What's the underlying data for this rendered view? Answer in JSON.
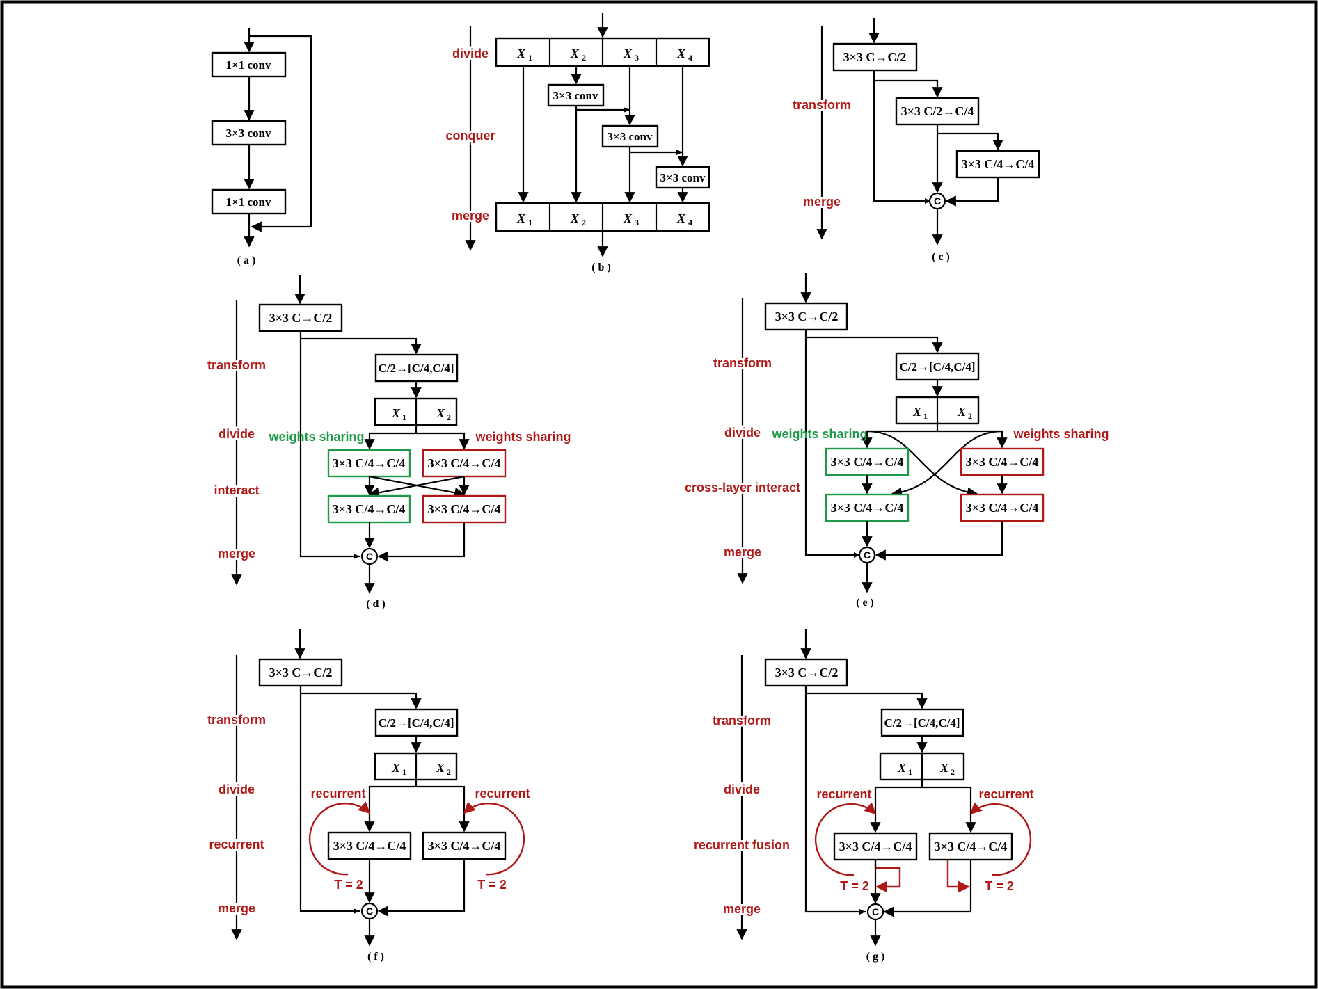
{
  "colors": {
    "red": "#b01818",
    "green": "#1f9a48",
    "black": "#000000"
  },
  "a": {
    "conv1": "1×1 conv",
    "conv2": "3×3 conv",
    "conv3": "1×1 conv",
    "caption": "( a )"
  },
  "b": {
    "divide": "divide",
    "conquer": "conquer",
    "merge": "merge",
    "var": "X",
    "subs": [
      "1",
      "2",
      "3",
      "4"
    ],
    "conv": "3×3 conv",
    "caption": "( b )"
  },
  "c": {
    "box1": "3×3  C→C/2",
    "box2": "3×3 C/2→C/4",
    "box3": "3×3 C/4→C/4",
    "transform": "transform",
    "merge": "merge",
    "concat": "C",
    "caption": "( c )"
  },
  "d": {
    "box1": "3×3  C→C/2",
    "split": "C/2→[C/4,C/4]",
    "var": "X",
    "sub1": "1",
    "sub2": "2",
    "conv": "3×3 C/4→C/4",
    "transform": "transform",
    "divide": "divide",
    "interact": "interact",
    "merge": "merge",
    "ws_left": "weights sharing",
    "ws_right": "weights sharing",
    "concat": "C",
    "caption": "( d )"
  },
  "e": {
    "box1": "3×3  C→C/2",
    "split": "C/2→[C/4,C/4]",
    "var": "X",
    "sub1": "1",
    "sub2": "2",
    "conv": "3×3 C/4→C/4",
    "transform": "transform",
    "divide": "divide",
    "interact": "cross-layer interact",
    "merge": "merge",
    "ws_left": "weights sharing",
    "ws_right": "weights sharing",
    "concat": "C",
    "caption": "( e )"
  },
  "f": {
    "box1": "3×3  C→C/2",
    "split": "C/2→[C/4,C/4]",
    "var": "X",
    "sub1": "1",
    "sub2": "2",
    "conv": "3×3 C/4→C/4",
    "transform": "transform",
    "divide": "divide",
    "recurrent_stage": "recurrent",
    "merge": "merge",
    "rec_left": "recurrent",
    "rec_right": "recurrent",
    "t_left": "T = 2",
    "t_right": "T = 2",
    "concat": "C",
    "caption": "( f )"
  },
  "g": {
    "box1": "3×3  C→C/2",
    "split": "C/2→[C/4,C/4]",
    "var": "X",
    "sub1": "1",
    "sub2": "2",
    "conv": "3×3 C/4→C/4",
    "transform": "transform",
    "divide": "divide",
    "recurrent_stage": "recurrent fusion",
    "merge": "merge",
    "rec_left": "recurrent",
    "rec_right": "recurrent",
    "t_left": "T = 2",
    "t_right": "T = 2",
    "concat": "C",
    "caption": "( g )"
  }
}
